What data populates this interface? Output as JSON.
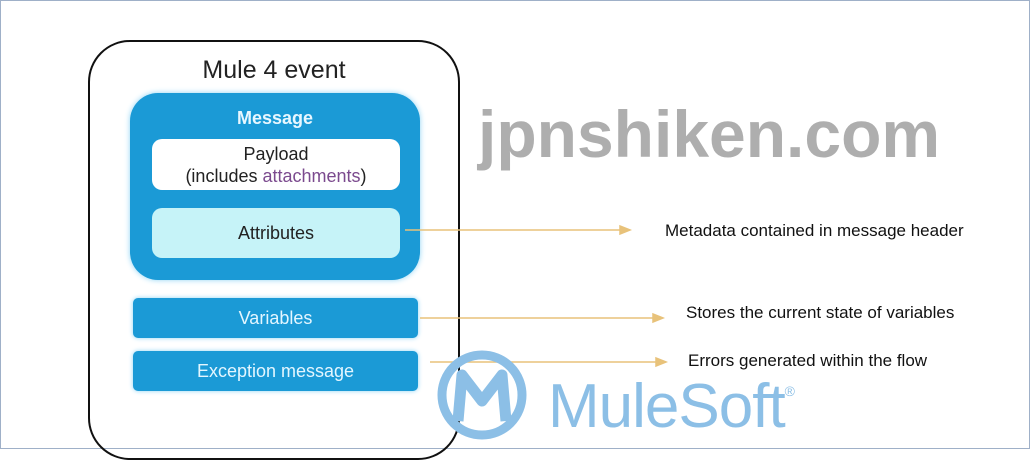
{
  "event_title": "Mule 4 event",
  "message": {
    "title": "Message",
    "payload_line1": "Payload",
    "payload_open": "(includes ",
    "payload_highlight": "attachments",
    "payload_close": ")",
    "attributes": "Attributes"
  },
  "variables": "Variables",
  "exception": "Exception message",
  "descriptions": {
    "attributes": "Metadata contained in message header",
    "variables": "Stores the current state of variables",
    "exception": "Errors generated within the flow"
  },
  "watermark": "jpnshiken.com",
  "logo": {
    "name": "MuleSoft",
    "reg": "®"
  },
  "colors": {
    "blue": "#1b9ad6",
    "arrow": "#e8c27a",
    "logo": "#8cbfe6"
  }
}
